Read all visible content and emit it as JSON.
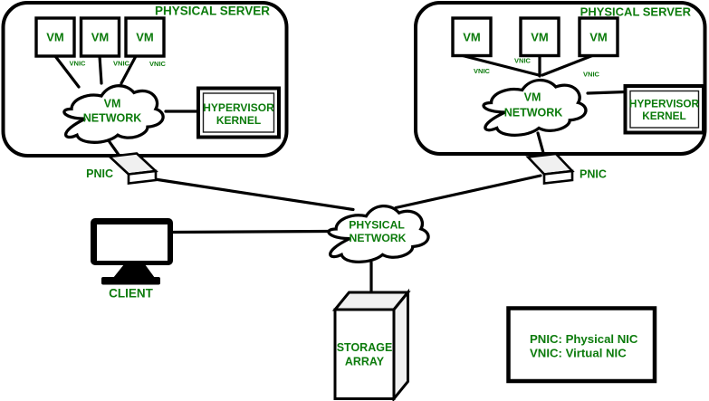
{
  "colors": {
    "label_green": "#0c7b0c",
    "line_black": "#000000",
    "shape_gray": "#f0f0f0",
    "background": "#ffffff"
  },
  "servers": [
    {
      "title": "PHYSICAL SERVER",
      "vms": [
        "VM",
        "VM",
        "VM"
      ],
      "vnics": [
        "VNIC",
        "VNIC",
        "VNIC"
      ],
      "network": [
        "VM",
        "NETWORK"
      ],
      "hypervisor": [
        "HYPERVISOR",
        "KERNEL"
      ],
      "pnic": "PNIC"
    },
    {
      "title": "PHYSICAL SERVER",
      "vms": [
        "VM",
        "VM",
        "VM"
      ],
      "vnics": [
        "VNIC",
        "VNIC",
        "VNIC"
      ],
      "network": [
        "VM",
        "NETWORK"
      ],
      "hypervisor": [
        "HYPERVISOR",
        "KERNEL"
      ],
      "pnic": "PNIC"
    }
  ],
  "physical_network": [
    "PHYSICAL",
    "NETWORK"
  ],
  "client": {
    "label": "CLIENT"
  },
  "storage_array": [
    "STORAGE",
    "ARRAY"
  ],
  "legend": {
    "lines": [
      "PNIC: Physical NIC",
      "VNIC: Virtual NIC"
    ]
  }
}
